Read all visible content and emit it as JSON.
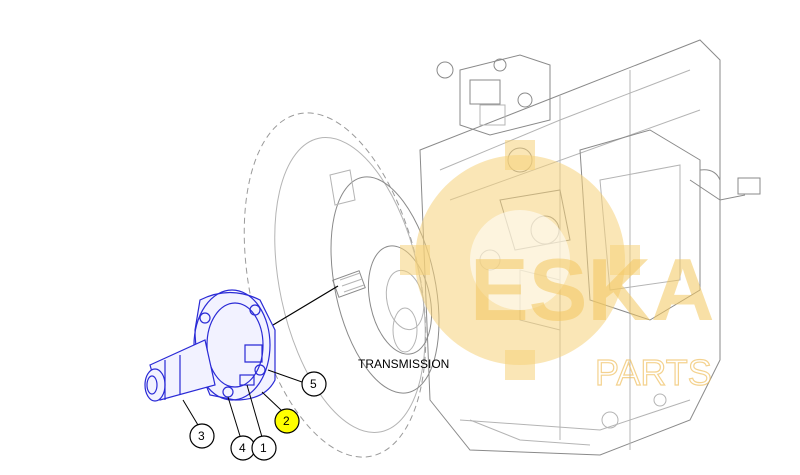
{
  "diagram": {
    "label": "TRANSMISSION",
    "callouts": [
      {
        "id": "c1",
        "number": "1"
      },
      {
        "id": "c2",
        "number": "2",
        "highlighted": true
      },
      {
        "id": "c3",
        "number": "3"
      },
      {
        "id": "c4",
        "number": "4"
      },
      {
        "id": "c5",
        "number": "5"
      }
    ],
    "highlight_color": "#ffff00",
    "part_color": "#2a2ad6"
  },
  "watermark": {
    "brand": "ESKA",
    "sub": "PARTS",
    "color": "#f3c75f"
  }
}
